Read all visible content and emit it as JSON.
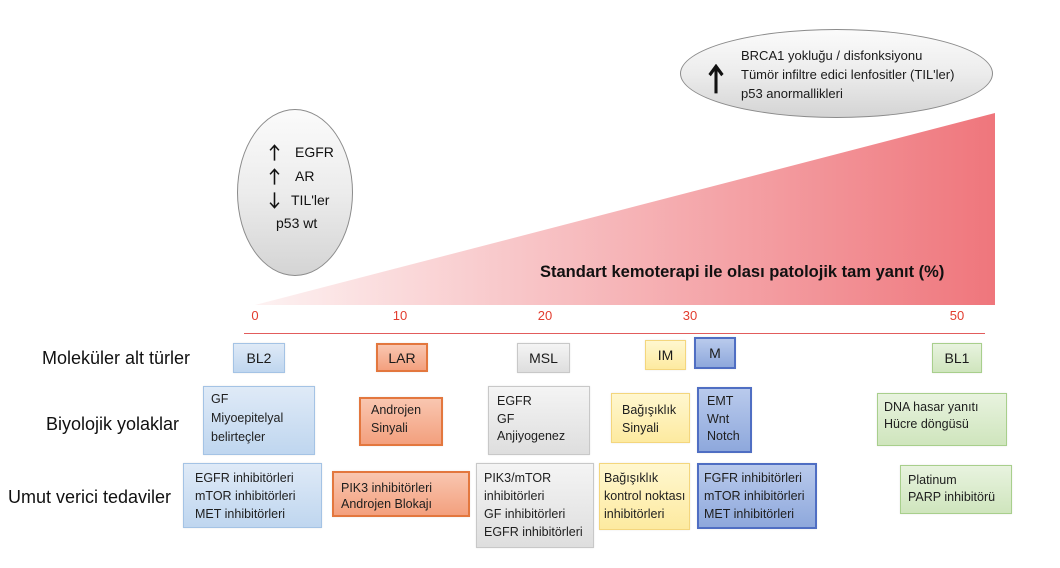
{
  "top_ellipse": {
    "icon": "arrow-up-icon",
    "lines": [
      "BRCA1 yokluğu / disfonksiyonu",
      "Tümör infiltre edici lenfositler (TIL'ler)",
      "p53 anormallikleri"
    ]
  },
  "left_ellipse": {
    "items": [
      {
        "icon": "arrow-up-icon",
        "label": "EGFR"
      },
      {
        "icon": "arrow-up-icon",
        "label": "AR"
      },
      {
        "icon": "arrow-down-icon",
        "label": "TIL'ler"
      },
      {
        "label": "p53 wt"
      }
    ]
  },
  "gradient": {
    "start": "#fdf2f2",
    "end": "#ef767c"
  },
  "axis": {
    "title": "Standart kemoterapi ile olası patolojik tam yanıt (%)",
    "ticks": [
      "0",
      "10",
      "20",
      "30",
      "50"
    ],
    "color": "#e23d2f",
    "line_color": "#e25c5c"
  },
  "row_labels": {
    "subtypes": "Moleküler alt türler",
    "pathways": "Biyolojik yolaklar",
    "therapies": "Umut verici tedaviler"
  },
  "subtypes": [
    {
      "name": "BL2",
      "pathways": [
        "GF",
        "Miyoepitelyal",
        "belirteçler"
      ],
      "therapies": [
        "EGFR inhibitörleri",
        "mTOR inhibitörleri",
        "MET inhibitörleri"
      ],
      "colors": {
        "light": "#dfeaf7",
        "fill": "#bfd6ef",
        "border": "#a4c3e5"
      }
    },
    {
      "name": "LAR",
      "pathways": [
        "Androjen",
        "Sinyali"
      ],
      "therapies": [
        "PIK3 inhibitörleri",
        "Androjen Blokajı"
      ],
      "colors": {
        "light": "#f9c6b0",
        "fill": "#f3a07e",
        "border": "#e3773e"
      }
    },
    {
      "name": "MSL",
      "pathways": [
        "EGFR",
        "GF",
        "Anjiyogenez"
      ],
      "therapies": [
        "PIK3/mTOR",
        "inhibitörleri",
        "GF inhibitörleri",
        "EGFR inhibitörleri"
      ],
      "colors": {
        "light": "#f4f4f4",
        "fill": "#dedede",
        "border": "#c8c8c8"
      }
    },
    {
      "name": "IM",
      "pathways": [
        "Bağışıklık",
        "Sinyali"
      ],
      "therapies": [
        "Bağışıklık",
        "kontrol noktası",
        "inhibitörleri"
      ],
      "colors": {
        "light": "#fff7cf",
        "fill": "#fdeaa0",
        "border": "#f4d67d"
      }
    },
    {
      "name": "M",
      "pathways": [
        "EMT",
        "Wnt",
        "Notch"
      ],
      "therapies": [
        "FGFR inhibitörleri",
        "mTOR inhibitörleri",
        "MET inhibitörleri"
      ],
      "colors": {
        "light": "#b9caec",
        "fill": "#8ea8dc",
        "border": "#4f6ec3"
      }
    },
    {
      "name": "BL1",
      "pathways": [
        "DNA hasar yanıtı",
        "Hücre döngüsü"
      ],
      "therapies": [
        "Platinum",
        "PARP inhibitörü"
      ],
      "colors": {
        "light": "#e8f3df",
        "fill": "#cfe5bd",
        "border": "#a8cf8c"
      }
    }
  ]
}
